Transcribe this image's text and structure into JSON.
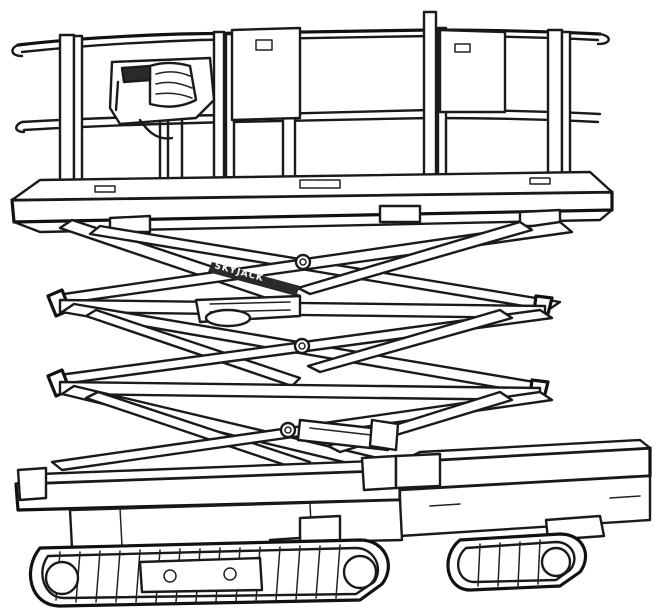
{
  "scene": {
    "subject": "scissor-lift",
    "style": "line-drawing",
    "background_color": "#ffffff",
    "ink_color": "#1a1a1a"
  },
  "decal": {
    "text": "SKYJACK"
  }
}
